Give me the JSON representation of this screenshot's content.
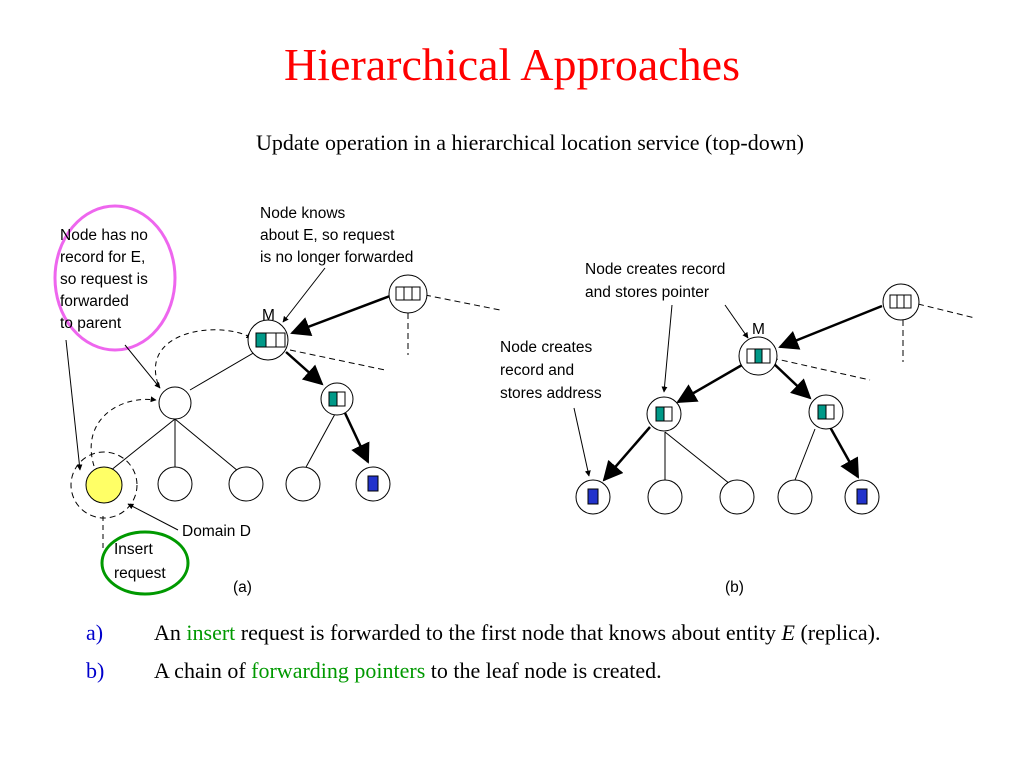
{
  "slide": {
    "title": "Hierarchical Approaches",
    "subtitle": "Update operation in a hierarchical location service (top-down)"
  },
  "diagram_a": {
    "caption": "(a)",
    "node_label": "M",
    "callout_no_record": [
      "Node has no",
      "record for E,",
      "so request is",
      "forwarded",
      "to parent"
    ],
    "callout_knows": [
      "Node knows",
      "about E, so request",
      "is no longer forwarded"
    ],
    "domain_label": "Domain D",
    "insert_label": [
      "Insert",
      "request"
    ]
  },
  "diagram_b": {
    "caption": "(b)",
    "node_label": "M",
    "callout_pointer": [
      "Node creates record",
      "and stores pointer"
    ],
    "callout_address": [
      "Node creates",
      "record and",
      "stores address"
    ]
  },
  "bullets": [
    {
      "marker": "a)",
      "text_before": "An ",
      "highlight": "insert",
      "text_after": " request is forwarded to the first node that knows about entity ",
      "entity": "E",
      "text_end": " (replica)."
    },
    {
      "marker": "b)",
      "text_before": "A chain of ",
      "highlight": "forwarding pointers",
      "text_after": " to the leaf node is created."
    }
  ],
  "colors": {
    "title": "#ff0000",
    "bullet_marker": "#0000cc",
    "highlight": "#009900",
    "callout_pink": "#ee66ee",
    "callout_green": "#009900",
    "record_teal": "#009988",
    "leaf_blue": "#2233cc",
    "insert_node_yellow": "#ffff66"
  }
}
